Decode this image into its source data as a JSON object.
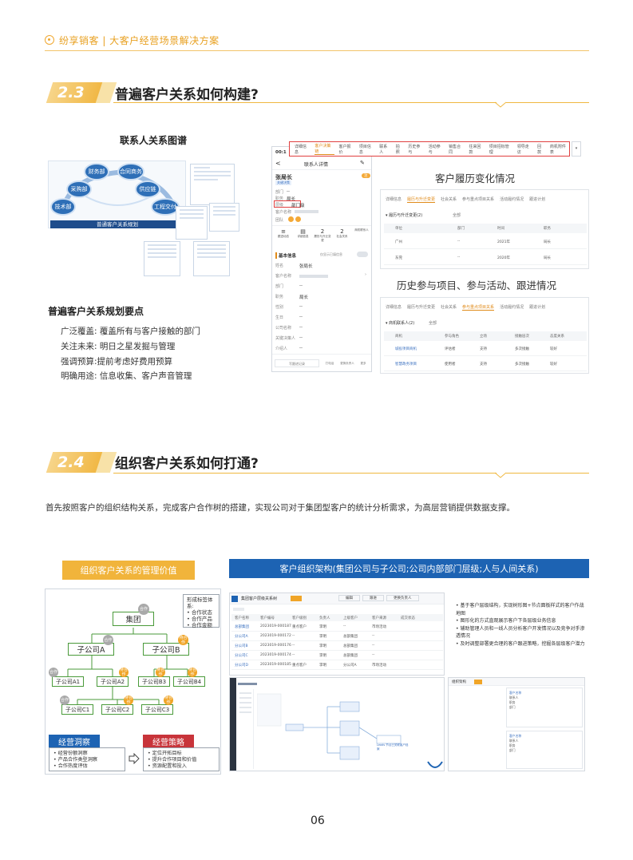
{
  "header": {
    "text": "纷享销客 | 大客户经营场景解决方案"
  },
  "s23": {
    "num": "2.3",
    "title": "普遍客户关系如何构建?",
    "graph_title": "联系人关系图谱",
    "graph": {
      "nodes": [
        "财务部",
        "合同商务",
        "采购部",
        "供应链",
        "技术部",
        "工程交付"
      ],
      "base": "普通客户关系规划"
    },
    "points_title": "普遍客户关系规划要点",
    "points": [
      "广泛覆盖: 覆盖所有与客户接触的部门",
      "关注未来: 明日之星发掘与管理",
      "强调预算:提前考虑好费用预算",
      "明确用途: 信息收集、客户声音管理"
    ],
    "phone": {
      "time": "00:1",
      "back": "<",
      "title": "联系人详情",
      "edit": "✎",
      "name": "张局长",
      "tag": "关键决策",
      "badge": "注",
      "fields_top": [
        {
          "k": "部门",
          "v": "--"
        },
        {
          "k": "职务",
          "v": "局长"
        },
        {
          "k": "层级",
          "v": "部门级"
        },
        {
          "k": "客户名称",
          "v": ""
        }
      ],
      "team_label": "团队",
      "actions": [
        {
          "icon": "≡",
          "label": "跟进动态"
        },
        {
          "icon": "▤",
          "label": "详细信息"
        },
        {
          "icon": "2",
          "label": "履历与升迁变更"
        },
        {
          "icon": "2",
          "label": "社会关系"
        },
        {
          "icon": "",
          "label": "商机联系人"
        }
      ],
      "section": "基本信息",
      "toggle_label": "仅显示已填信息",
      "fields": [
        {
          "k": "姓名",
          "v": "张局长"
        },
        {
          "k": "客户名称",
          "v": ""
        },
        {
          "k": "部门",
          "v": "--"
        },
        {
          "k": "职务",
          "v": "局长"
        },
        {
          "k": "性别",
          "v": "--"
        },
        {
          "k": "生日",
          "v": "--"
        },
        {
          "k": "公司名称",
          "v": "--"
        },
        {
          "k": "关键决策人",
          "v": "--"
        },
        {
          "k": "介绍人",
          "v": "--"
        }
      ],
      "bottom": [
        {
          "label": "写跟进记录"
        },
        {
          "label": "打电话"
        },
        {
          "label": "更换负责人"
        },
        {
          "label": "更多"
        }
      ]
    },
    "tabs": [
      "详细信息",
      "客户决策链",
      "客户报价",
      "项目信息",
      "联系人",
      "拍照",
      "历史参与",
      "活动参与",
      "销售合同",
      "往来回款",
      "项目招标管理",
      "领导走访",
      "回款",
      "商机附件表"
    ],
    "active_tab": "客户决策链",
    "history_title": "客户履历变化情况",
    "history_panel": {
      "tabs": [
        "详细信息",
        "履历与升迁变更",
        "社会关系",
        "参与重点项目关系",
        "活动履约情况",
        "跟进计划"
      ],
      "active": "履历与升迁变更",
      "group": "履历与升迁变更(2)",
      "filter": "全部",
      "headers": [
        "单位",
        "部门",
        "时间",
        "职务"
      ],
      "rows": [
        {
          "c1": "广州",
          "c2": "--",
          "c3": "2021年",
          "c4": "局长"
        },
        {
          "c1": "东莞",
          "c2": "--",
          "c3": "2020年",
          "c4": "局长"
        }
      ]
    },
    "participation_title": "历史参与项目、参与活动、跟进情况",
    "participation_panel": {
      "tabs": [
        "详细信息",
        "履历与升迁变更",
        "社会关系",
        "参与重点项目关系",
        "活动履约情况",
        "跟进计划"
      ],
      "active": "参与重点项目关系",
      "group": "商机联系人(2)",
      "filter": "全部",
      "headers": [
        "商机",
        "参与角色",
        "立场",
        "接触层次",
        "态度关系"
      ],
      "rows": [
        {
          "c1": "城投项目商机",
          "c2": "评估者",
          "c3": "支持",
          "c4": "多次接触",
          "c5": "较好"
        },
        {
          "c1": "智慧政务项目",
          "c2": "使用者",
          "c3": "支持",
          "c4": "多次接触",
          "c5": "较好"
        }
      ]
    }
  },
  "s24": {
    "num": "2.4",
    "title": "组织客户关系如何打通?",
    "intro": "首先按照客户的组织结构关系，完成客户合作树的搭建，实现公司对于集团型客户的统计分析需求，为高层营销提供数据支撑。",
    "left_header": "组织客户关系的管理价值",
    "right_header": "客户组织架构(集团公司与子公司;公司内部部门层级;人与人间关系)",
    "legend": [
      "形成标签体系:",
      "• 合作状态",
      "• 合作产品",
      "• 合作金额"
    ],
    "tree": {
      "root": "集团",
      "level1": [
        "子公司A",
        "子公司B"
      ],
      "level2": [
        "子公司A1",
        "子公司A2",
        "子公司B3",
        "子公司B4"
      ],
      "level3": [
        "子公司C1",
        "子公司C2",
        "子公司C3"
      ],
      "tags": {
        "coop": "合作",
        "tobe": "待合作"
      }
    },
    "insight": {
      "title": "经营洞察",
      "items": [
        "• 经营份额洞察",
        "• 产品合作类型洞察",
        "• 合作热度评估"
      ]
    },
    "strategy": {
      "title": "经营策略",
      "items": [
        "• 定位开拓目标",
        "• 提升合作项目和价值",
        "• 资源配置和投入"
      ]
    },
    "bullets": [
      "• 基于客户层级结构，实现树形图+节点面板样式的客户作战地图",
      "• 图形化的方式直观展示客户下各层级业务信息",
      "• 辅助管理人员和一线人员分析客户开发情况以及竞争对手渗透情况",
      "• 及时调整部署更合理的客户跟进策略，挖掘各层级客户潜力"
    ],
    "screen1": {
      "title": "集团客户层级关系树",
      "buttons": [
        "编辑",
        "跟进",
        "更换负责人"
      ],
      "table_headers": [
        "客户名称",
        "客户编号",
        "客户级别",
        "负责人",
        "上级客户",
        "客户来源",
        "成交状态"
      ],
      "rows": [
        {
          "a": "总部集团",
          "b": "2023019-000187",
          "c": "重点客户",
          "d": "李明",
          "e": "--",
          "f": "市场活动"
        },
        {
          "a": "分公司A",
          "b": "2023019-000172",
          "c": "--",
          "d": "李明",
          "e": "总部集团",
          "f": "--"
        },
        {
          "a": "分公司B",
          "b": "2023019-000176",
          "c": "--",
          "d": "李明",
          "e": "总部集团",
          "f": "--"
        },
        {
          "a": "分公司C",
          "b": "2023019-000174",
          "c": "--",
          "d": "李明",
          "e": "总部集团",
          "f": "--"
        },
        {
          "a": "分公司D",
          "b": "2023019-000185",
          "c": "重点客户",
          "d": "李明",
          "e": "分公司A",
          "f": "市场活动"
        }
      ]
    },
    "screen2": {
      "note": "Leads 节点已关联客户档案"
    },
    "screen3": {
      "title": "组织架构",
      "card1": [
        "客户名称",
        "联系人",
        "职务",
        "部门"
      ],
      "card2": [
        "客户名称",
        "联系人",
        "职务",
        "部门"
      ]
    }
  },
  "page_number": "06"
}
